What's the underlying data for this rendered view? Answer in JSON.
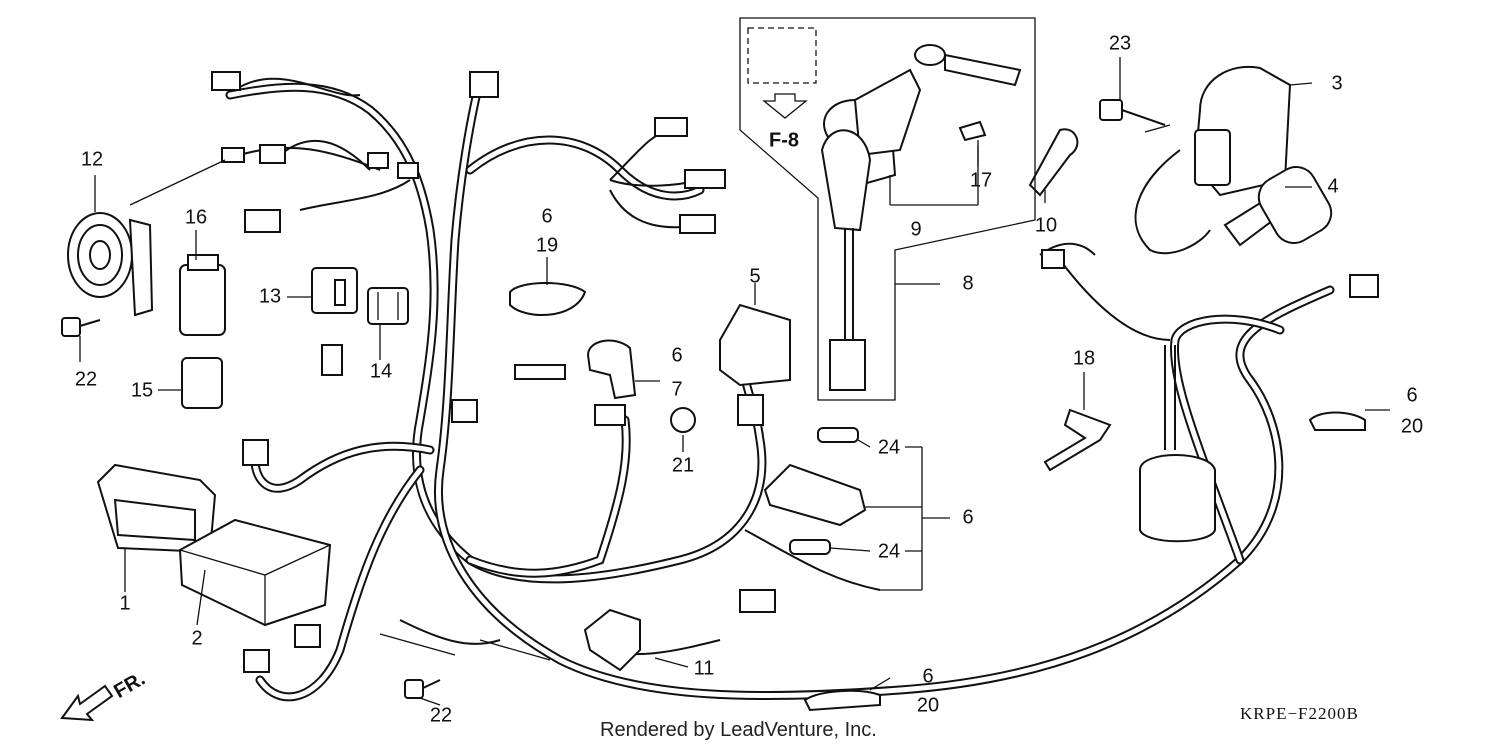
{
  "labels": {
    "p1": "1",
    "p2": "2",
    "p3": "3",
    "p4": "4",
    "p5": "5",
    "p6a": "6",
    "p6b": "6",
    "p6c": "6",
    "p6d": "6",
    "p6e": "6",
    "p7": "7",
    "p8": "8",
    "p9": "9",
    "p10": "10",
    "p11": "11",
    "p12": "12",
    "p13": "13",
    "p14": "14",
    "p15": "15",
    "p16": "16",
    "p17": "17",
    "p18": "18",
    "p19": "19",
    "p20a": "20",
    "p20b": "20",
    "p21": "21",
    "p22a": "22",
    "p22b": "22",
    "p23": "23",
    "p24a": "24",
    "p24b": "24",
    "f8": "F-8",
    "fr": "FR."
  },
  "footer": {
    "credit": "Rendered by LeadVenture, Inc.",
    "diagram_code": "KRPE−F2200B"
  }
}
